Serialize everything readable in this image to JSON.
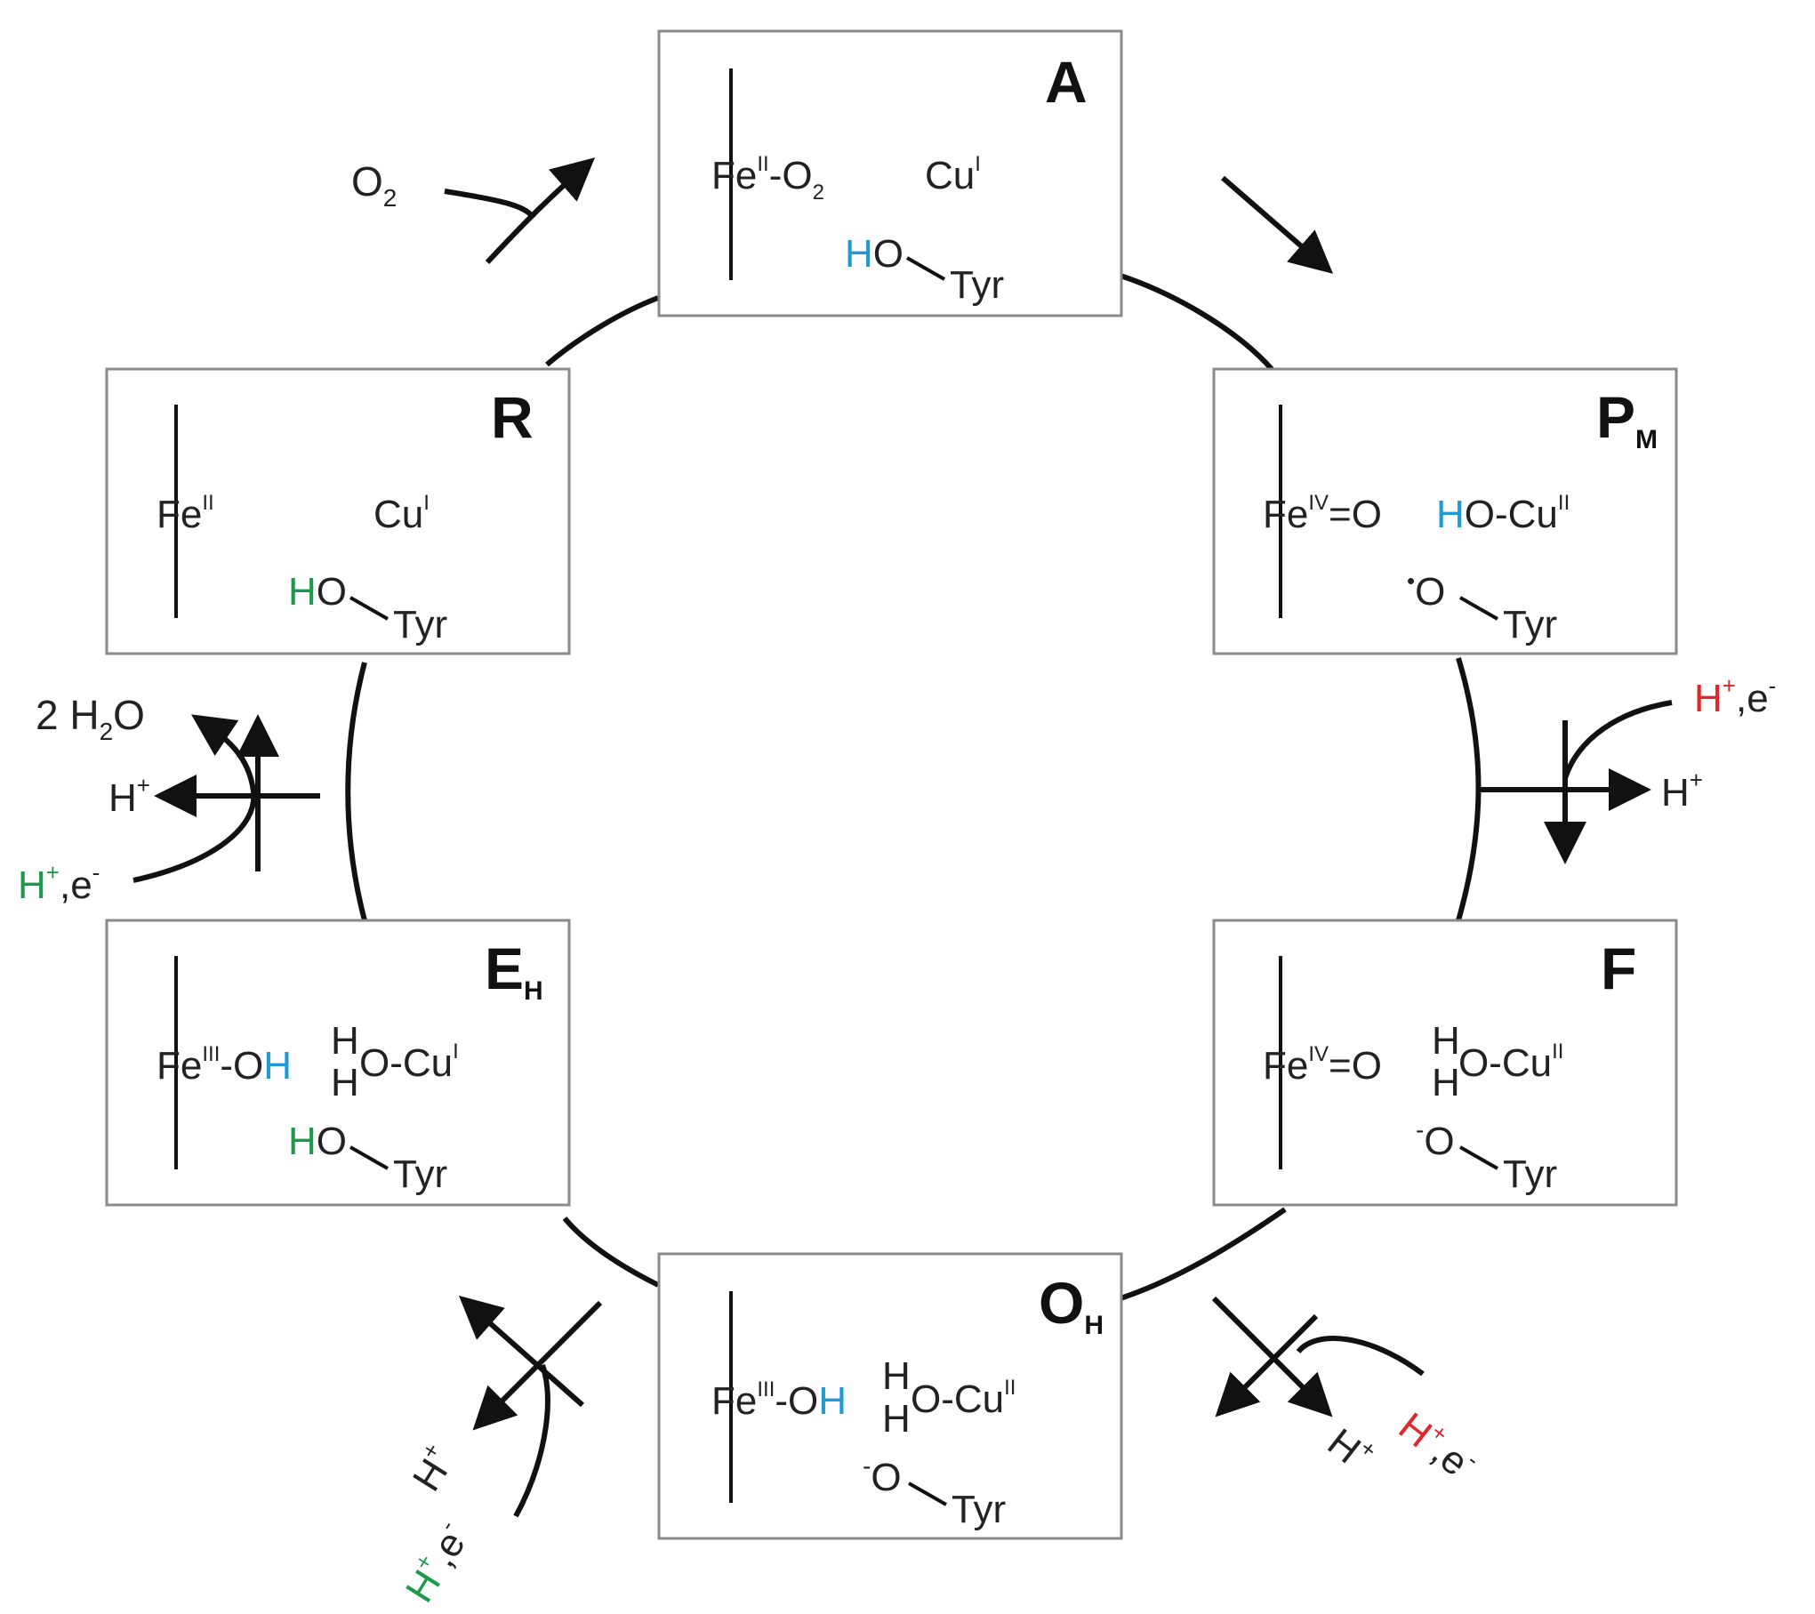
{
  "colors": {
    "text": "#222222",
    "blue_h": "#1f9ad6",
    "red_h": "#e0252b",
    "green_h": "#1b9a4a",
    "box_border": "#8a8a8a"
  },
  "states": {
    "A": {
      "label": "A",
      "fe": "Fe",
      "fe_ox": "II",
      "fe_lig": "-O",
      "fe_lig_sub": "2",
      "cu": "Cu",
      "cu_ox": "I",
      "tyr_h": "H",
      "tyr_o": "O",
      "tyr": "Tyr"
    },
    "PM": {
      "label": "P",
      "label_sub": "M",
      "fe": "Fe",
      "fe_ox": "IV",
      "fe_lig": "=O",
      "cu_h": "H",
      "cu": "O-Cu",
      "cu_ox": "II",
      "tyr_rad": "•",
      "tyr_o": "O",
      "tyr": "Tyr"
    },
    "F": {
      "label": "F",
      "fe": "Fe",
      "fe_ox": "IV",
      "fe_lig": "=O",
      "cu_h1": "H",
      "cu_h2": "H",
      "cu": "O-Cu",
      "cu_ox": "II",
      "tyr_charge": "-",
      "tyr_o": "O",
      "tyr": "Tyr"
    },
    "OH": {
      "label": "O",
      "label_sub": "H",
      "fe": "Fe",
      "fe_ox": "III",
      "fe_lig": "-O",
      "fe_h": "H",
      "cu_h1": "H",
      "cu_h2": "H",
      "cu": "O-Cu",
      "cu_ox": "II",
      "tyr_charge": "-",
      "tyr_o": "O",
      "tyr": "Tyr"
    },
    "EH": {
      "label": "E",
      "label_sub": "H",
      "fe": "Fe",
      "fe_ox": "III",
      "fe_lig": "-O",
      "fe_h": "H",
      "cu_h1": "H",
      "cu_h2": "H",
      "cu": "O-Cu",
      "cu_ox": "I",
      "tyr_h": "H",
      "tyr_o": "O",
      "tyr": "Tyr"
    },
    "R": {
      "label": "R",
      "fe": "Fe",
      "fe_ox": "II",
      "cu": "Cu",
      "cu_ox": "I",
      "tyr_h": "H",
      "tyr_o": "O",
      "tyr": "Tyr"
    }
  },
  "reagents": {
    "o2_in": {
      "o": "O",
      "sub": "2"
    },
    "pm_to_f_in": {
      "h": "H",
      "plus": "+",
      "e": ",e",
      "minus": "-"
    },
    "pm_to_f_out": {
      "h": "H",
      "plus": "+"
    },
    "f_to_oh_in": {
      "h": "H",
      "plus": "+",
      "e": ",e",
      "minus": "-"
    },
    "f_to_oh_out": {
      "h": "H",
      "plus": "+"
    },
    "oh_to_eh_in": {
      "h": "H",
      "plus": "+",
      "e": ",e",
      "minus": "-"
    },
    "oh_to_eh_out": {
      "h": "H",
      "plus": "+"
    },
    "eh_to_r_in": {
      "h": "H",
      "plus": "+",
      "e": ",e",
      "minus": "-"
    },
    "eh_to_r_out": {
      "h": "H",
      "plus": "+"
    },
    "water_out": {
      "pre": "2 H",
      "sub": "2",
      "post": "O"
    }
  }
}
